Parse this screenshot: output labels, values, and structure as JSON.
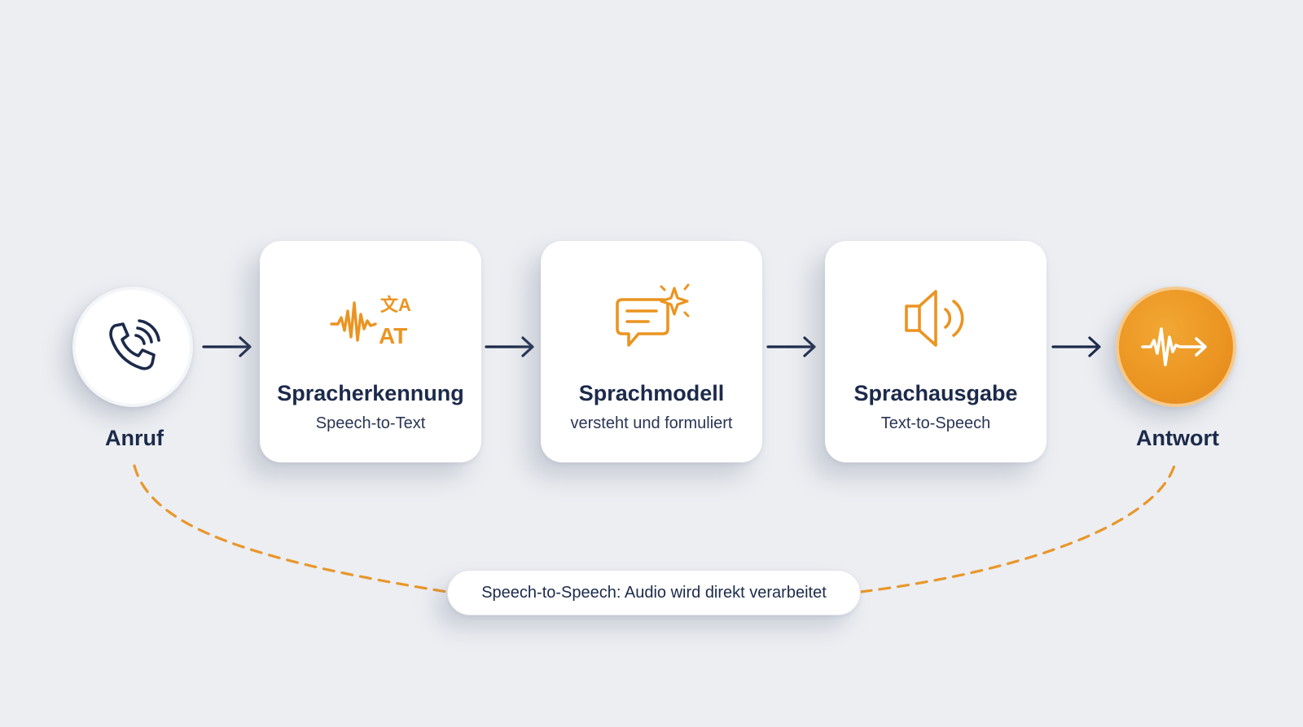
{
  "colors": {
    "background": "#eceef2",
    "navy": "#1c2a4a",
    "accent": "#eb9421",
    "card": "#ffffff"
  },
  "start": {
    "label": "Anruf",
    "icon": "phone-ringing-icon"
  },
  "steps": [
    {
      "title": "Spracherkennung",
      "subtitle": "Speech-to-Text",
      "icon": "speech-translate-icon"
    },
    {
      "title": "Sprachmodell",
      "subtitle": "versteht und formuliert",
      "icon": "chat-sparkle-icon"
    },
    {
      "title": "Sprachausgabe",
      "subtitle": "Text-to-Speech",
      "icon": "speaker-icon"
    }
  ],
  "end": {
    "label": "Antwort",
    "icon": "waveform-arrow-icon"
  },
  "bypass": {
    "label": "Speech-to-Speech: Audio wird direkt verarbeitet",
    "style": "dashed-orange-curve"
  }
}
